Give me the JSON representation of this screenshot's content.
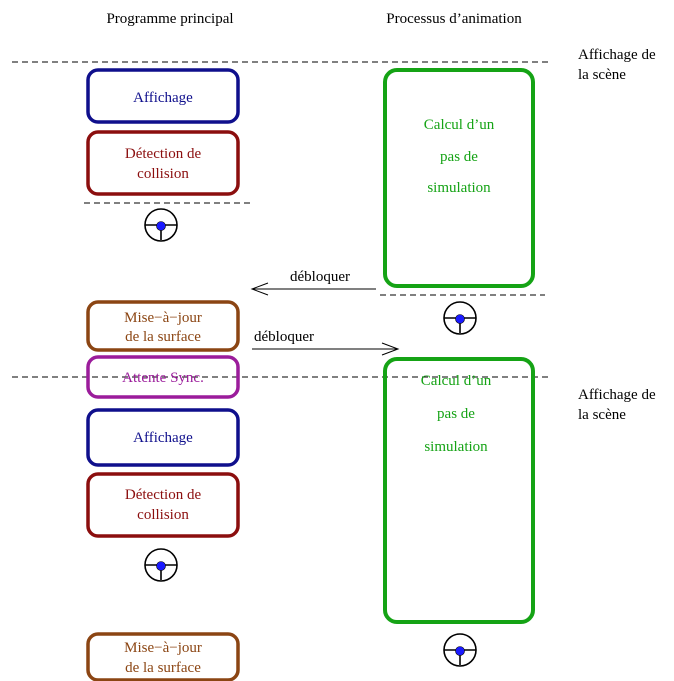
{
  "headers": {
    "main_program": "Programme principal",
    "animation_process": "Processus d’animation"
  },
  "side_notes": {
    "scene_display_1_line1": "Affichage de",
    "scene_display_1_line2": "la scène",
    "scene_display_2_line1": "Affichage de",
    "scene_display_2_line2": "la scène"
  },
  "main_boxes": {
    "affichage_1": "Affichage",
    "detection_1_line1": "Détection de",
    "detection_1_line2": "collision",
    "maj_1_line1": "Mise−à−jour",
    "maj_1_line2": "de la surface",
    "attente_sync": "Attente Sync.",
    "affichage_2": "Affichage",
    "detection_2_line1": "Détection de",
    "detection_2_line2": "collision",
    "maj_2_line1": "Mise−à−jour",
    "maj_2_line2": "de la surface"
  },
  "animation_boxes": {
    "calc_1_line1": "Calcul d’un",
    "calc_1_line2": "pas de",
    "calc_1_line3": "simulation",
    "calc_2_line1": "Calcul d’un",
    "calc_2_line2": "pas de",
    "calc_2_line3": "simulation"
  },
  "arrows": {
    "unlock_to_main": "débloquer",
    "unlock_to_animation": "débloquer"
  },
  "icons": [
    "lock-icon"
  ],
  "colors": {
    "affichage": "#0f0f8c",
    "detection": "#8b0e0e",
    "maj": "#8b4513",
    "attente": "#9b1c9b",
    "animation": "#15a315",
    "lock_key": "#1a1aff",
    "line": "#000000"
  }
}
